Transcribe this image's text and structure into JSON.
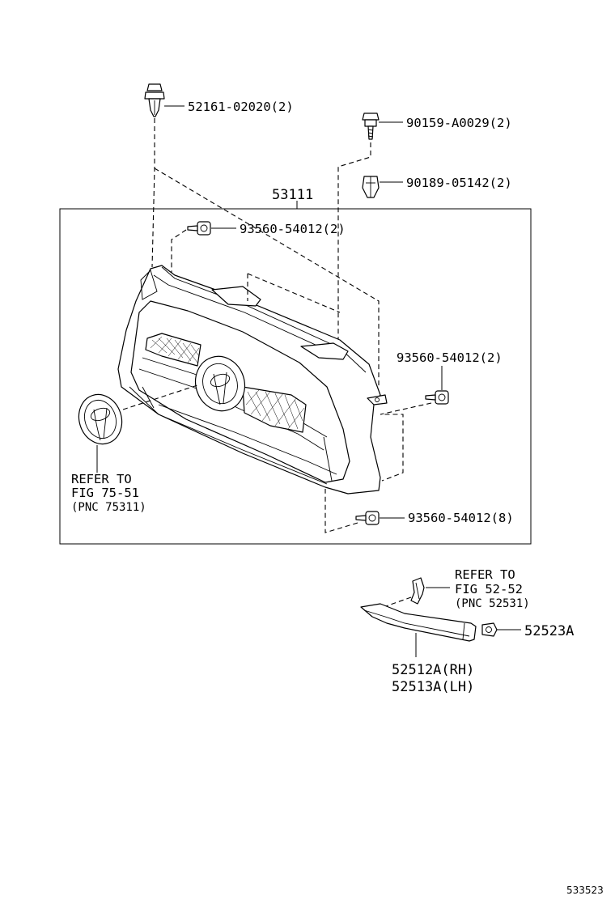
{
  "labels": {
    "clip_top": "52161-02020(2)",
    "bolt_top": "90159-A0029(2)",
    "nut_top": "90189-05142(2)",
    "grille_assy": "53111",
    "screw_upper": "93560-54012(2)",
    "screw_right": "93560-54012(2)",
    "screw_lower": "93560-54012(8)",
    "refer_emblem_1": "REFER TO",
    "refer_emblem_2": "FIG 75-51",
    "refer_emblem_3": "(PNC 75311)",
    "refer_bumper_1": "REFER TO",
    "refer_bumper_2": "FIG 52-52",
    "refer_bumper_3": "(PNC 52531)",
    "clip_side": "52523A",
    "cover_rh": "52512A(RH)",
    "cover_lh": "52513A(LH)",
    "figure_id": "533523"
  }
}
